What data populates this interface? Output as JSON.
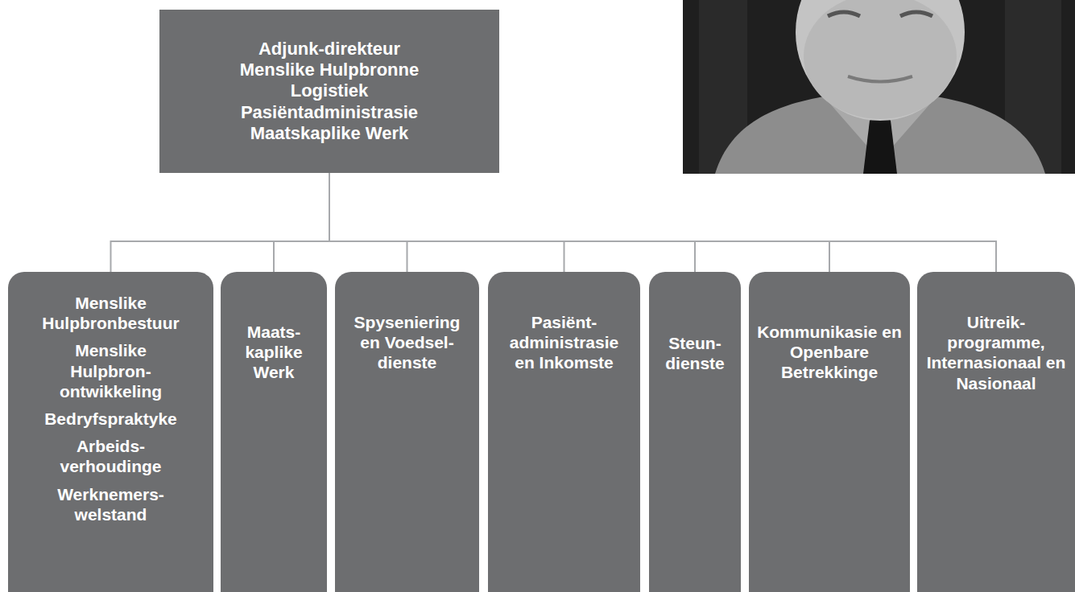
{
  "diagram": {
    "nodes": [
      {
        "text": [
          "Adjunk-direkteur",
          "Menslike Hulpbronne",
          "Logistiek",
          "Pasiëntadministrasie",
          "Maatskaplike Werk"
        ]
      },
      {
        "text": [
          "Menslike Hulpbronbestuur",
          "Menslike Hulpbron- ontwikkeling",
          "Bedryfspraktyke",
          "Arbeids- verhoudinge",
          "Werknemers- welstand"
        ]
      },
      {
        "text": [
          "Maats- kaplike Werk"
        ]
      },
      {
        "text": [
          "Spyseniering en Voedsel- dienste"
        ]
      },
      {
        "text": [
          "Pasiënt- administrasie en Inkomste"
        ]
      },
      {
        "text": [
          "Steun- dienste"
        ]
      },
      {
        "text": [
          "Kommunikasie en Openbare Betrekkinge"
        ]
      },
      {
        "text": [
          "Uitreik- programme, Internasionaal en Nasionaal"
        ]
      }
    ],
    "edges": [
      {
        "from": 0,
        "to": 1,
        "arrow": "none"
      },
      {
        "from": 0,
        "to": 2,
        "arrow": "none"
      },
      {
        "from": 0,
        "to": 3,
        "arrow": "none"
      },
      {
        "from": 0,
        "to": 4,
        "arrow": "none"
      },
      {
        "from": 0,
        "to": 5,
        "arrow": "none"
      },
      {
        "from": 0,
        "to": 6,
        "arrow": "none"
      },
      {
        "from": 0,
        "to": 7,
        "arrow": "none"
      }
    ]
  }
}
